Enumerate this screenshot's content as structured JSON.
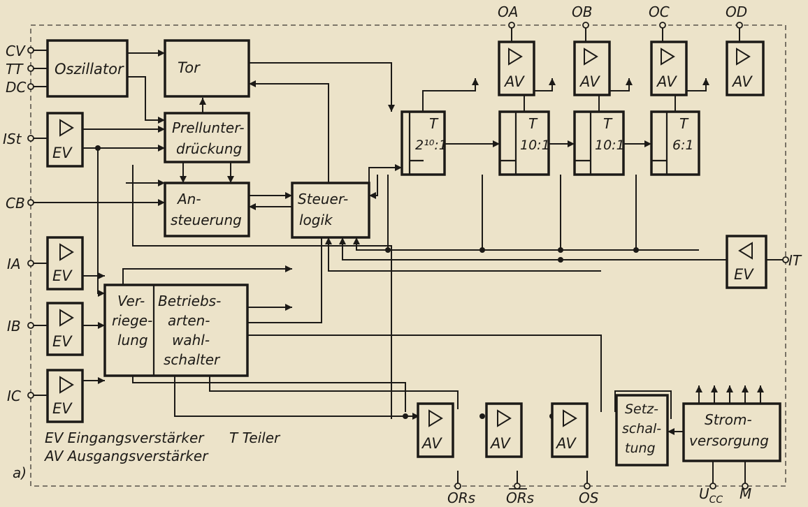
{
  "blocks": {
    "oszillator": "Oszillator",
    "tor": "Tor",
    "prell_1": "Prellunter-",
    "prell_2": "drückung",
    "ansteuer_1": "An-",
    "ansteuer_2": "steuerung",
    "steuer_1": "Steuer-",
    "steuer_2": "logik",
    "verr_1": "Ver-",
    "verr_2": "riege-",
    "verr_3": "lung",
    "betr_1": "Betriebs-",
    "betr_2": "arten-",
    "betr_3": "wahl-",
    "betr_4": "schalter",
    "setz_1": "Setz-",
    "setz_2": "schal-",
    "setz_3": "tung",
    "strom_1": "Strom-",
    "strom_2": "versorgung",
    "ev": "EV",
    "av": "AV",
    "t": "T",
    "ratio_1": "2¹⁰:1",
    "ratio_2": "10:1",
    "ratio_3": "10:1",
    "ratio_4": "6:1"
  },
  "terminals": {
    "cv": "CV",
    "tt": "TT",
    "dc": "DC",
    "ist": "ISt",
    "cb": "CB",
    "ia": "IA",
    "ib": "IB",
    "ic": "IC",
    "it": "IT",
    "oa": "OA",
    "ob": "OB",
    "oc": "OC",
    "od": "OD",
    "ors1": "ORs",
    "ors2": "ORs",
    "os": "OS",
    "ucc": "U",
    "ucc_sub": "CC",
    "m": "M"
  },
  "legend": {
    "ev": "EV Eingangsverstärker",
    "av": "AV Ausgangsverstärker",
    "t": "T Teiler",
    "fig": "a)"
  }
}
